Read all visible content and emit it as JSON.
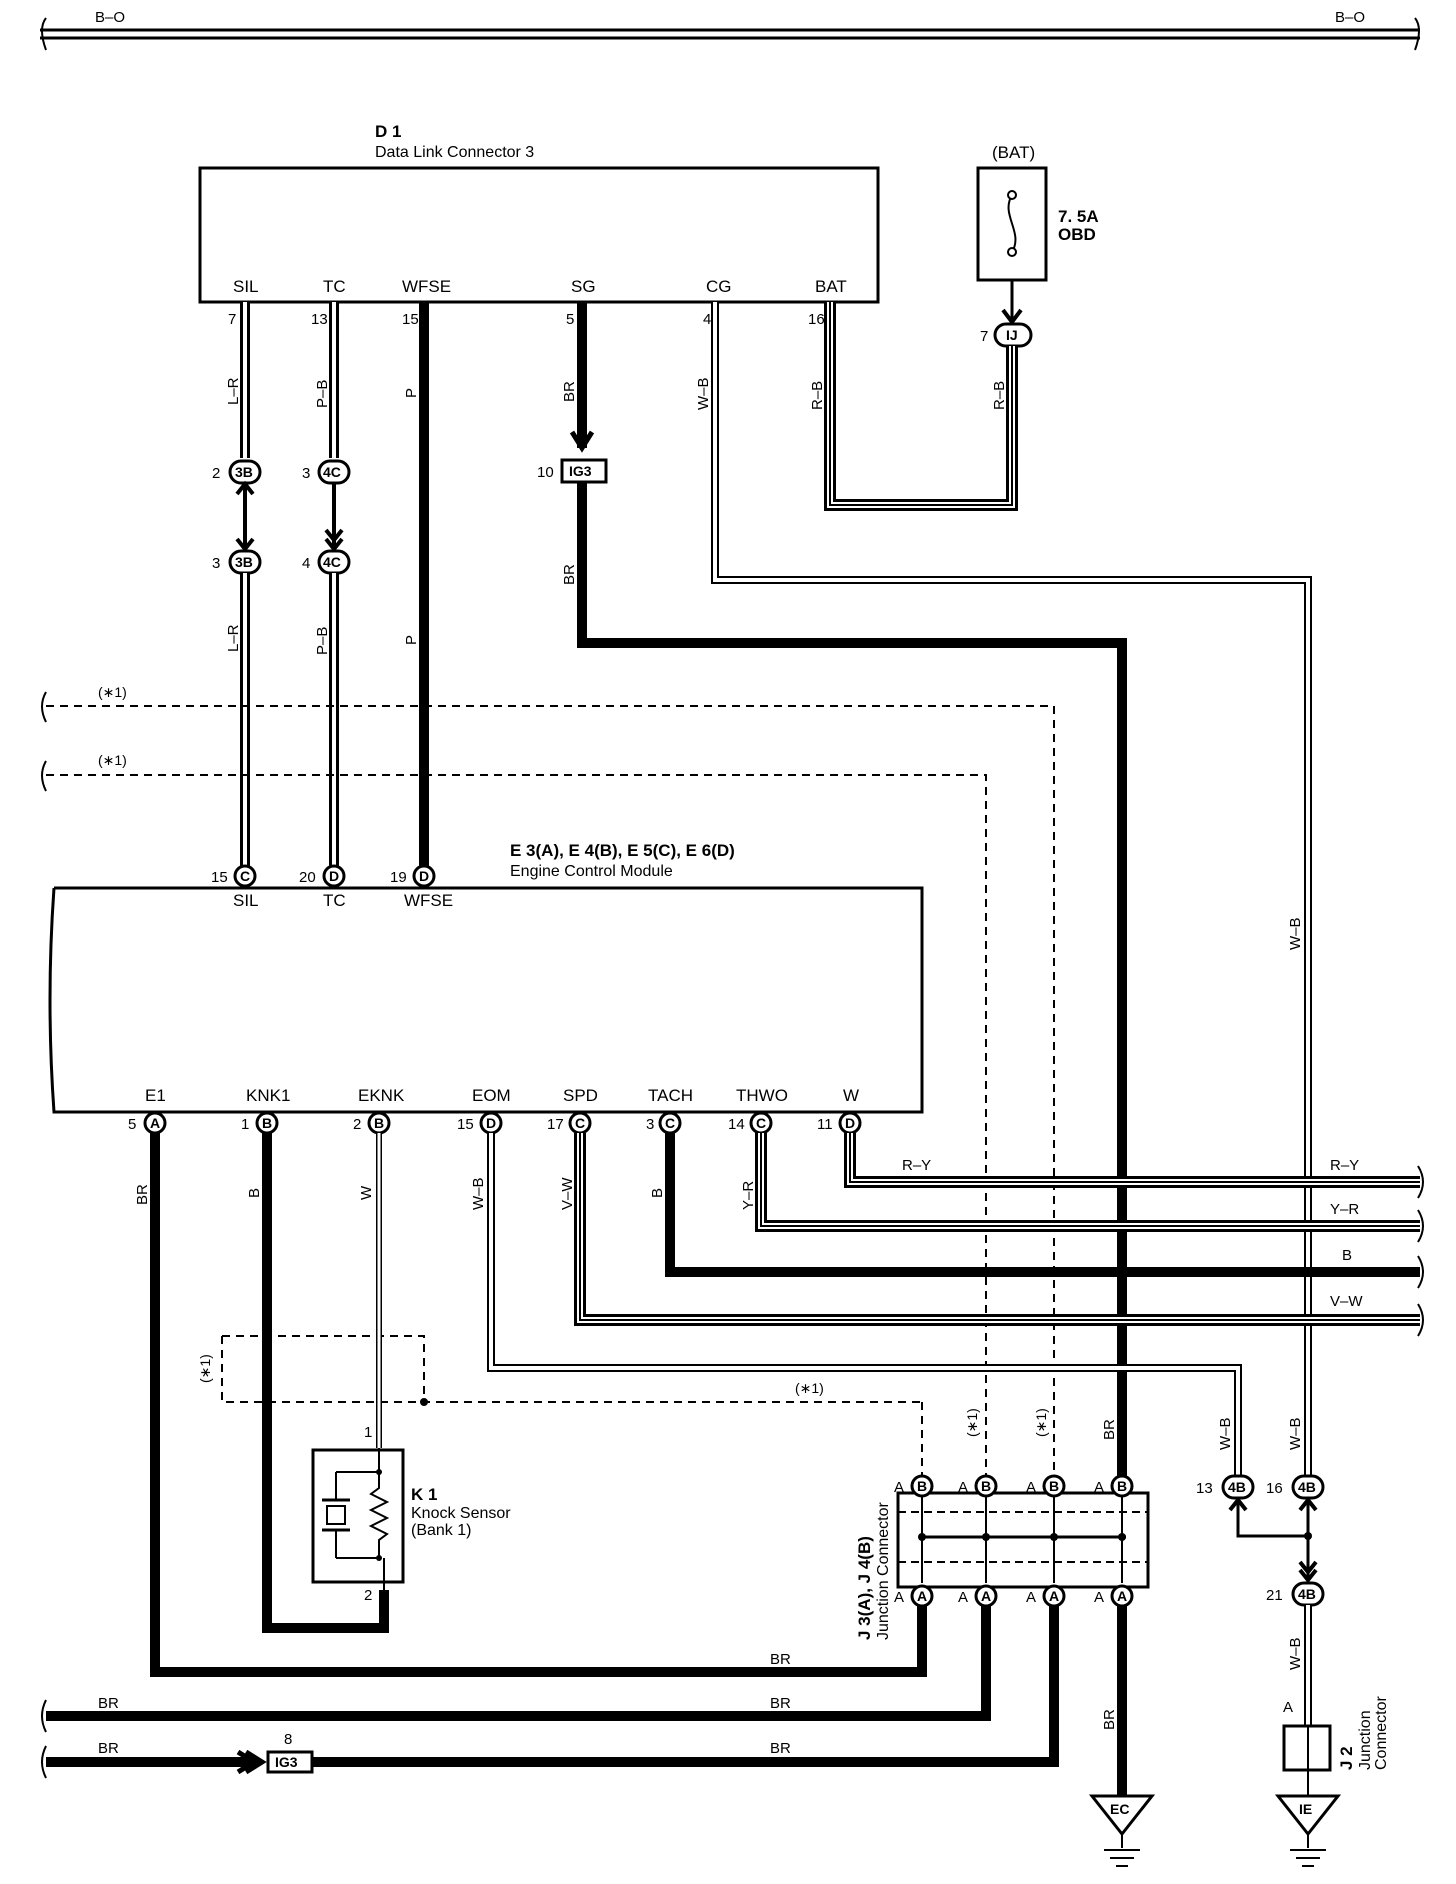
{
  "top_bus": {
    "left_label": "B–O",
    "right_label": "B–O"
  },
  "dlc3": {
    "id": "D 1",
    "name": "Data Link Connector 3",
    "terminals": [
      {
        "name": "SIL",
        "pin": "7",
        "wire": "L–R"
      },
      {
        "name": "TC",
        "pin": "13",
        "wire": "P–B"
      },
      {
        "name": "WFSE",
        "pin": "15",
        "wire": "P"
      },
      {
        "name": "SG",
        "pin": "5",
        "wire": "BR"
      },
      {
        "name": "CG",
        "pin": "4",
        "wire": "W–B"
      },
      {
        "name": "BAT",
        "pin": "16",
        "wire": "R–B"
      }
    ]
  },
  "fuse": {
    "source": "(BAT)",
    "rating": "7. 5A",
    "name": "OBD",
    "junction_pin": "7",
    "junction": "IJ",
    "wire": "R–B"
  },
  "junctions": {
    "3B_upper": {
      "pin": "2",
      "code": "3B"
    },
    "3B_lower": {
      "pin": "3",
      "code": "3B"
    },
    "4C_upper": {
      "pin": "3",
      "code": "4C"
    },
    "4C_lower": {
      "pin": "4",
      "code": "4C"
    },
    "ig3_upper": {
      "pin": "10",
      "code": "IG3"
    },
    "ig3_lower": {
      "pin": "8",
      "code": "IG3"
    }
  },
  "mid_wires": {
    "l_r": "L–R",
    "p_b": "P–B",
    "p": "P",
    "br": "BR"
  },
  "shield_note": "(∗1)",
  "ecm": {
    "ids": "E 3(A), E 4(B), E 5(C), E 6(D)",
    "name": "Engine Control Module",
    "top_terminals": [
      {
        "name": "SIL",
        "pin": "15",
        "conn": "C"
      },
      {
        "name": "TC",
        "pin": "20",
        "conn": "D"
      },
      {
        "name": "WFSE",
        "pin": "19",
        "conn": "D"
      }
    ],
    "bottom_terminals": [
      {
        "name": "E1",
        "pin": "5",
        "conn": "A",
        "wire": "BR"
      },
      {
        "name": "KNK1",
        "pin": "1",
        "conn": "B",
        "wire": "B"
      },
      {
        "name": "EKNK",
        "pin": "2",
        "conn": "B",
        "wire": "W"
      },
      {
        "name": "EOM",
        "pin": "15",
        "conn": "D",
        "wire": "W–B"
      },
      {
        "name": "SPD",
        "pin": "17",
        "conn": "C",
        "wire": "V–W"
      },
      {
        "name": "TACH",
        "pin": "3",
        "conn": "C",
        "wire": "B"
      },
      {
        "name": "THWO",
        "pin": "14",
        "conn": "C",
        "wire": "Y–R"
      },
      {
        "name": "W",
        "pin": "11",
        "conn": "D",
        "wire": "R–Y"
      }
    ]
  },
  "right_bus": [
    {
      "inner": "R–Y",
      "outer": "R–Y"
    },
    {
      "outer": "Y–R"
    },
    {
      "outer": "B"
    },
    {
      "outer": "V–W"
    }
  ],
  "long_w_b": "W–B",
  "knock_sensor": {
    "id": "K 1",
    "name": "Knock Sensor",
    "bank": "(Bank 1)",
    "pin1": "1",
    "pin2": "2"
  },
  "jc": {
    "ids": "J 3(A), J 4(B)",
    "name": "Junction Connector",
    "top": [
      "B",
      "B",
      "B",
      "B"
    ],
    "bottom": [
      "A",
      "A",
      "A",
      "A"
    ],
    "letter": "A",
    "br_label": "BR"
  },
  "j4b": {
    "pin13": "13",
    "pin16": "16",
    "pin21": "21",
    "code": "4B",
    "wire": "W–B"
  },
  "j2": {
    "id": "J 2",
    "name1": "Junction",
    "name2": "Connector",
    "pin": "A"
  },
  "grounds": {
    "ec": "EC",
    "ie": "IE"
  },
  "bottom_wires": {
    "br": "BR"
  }
}
